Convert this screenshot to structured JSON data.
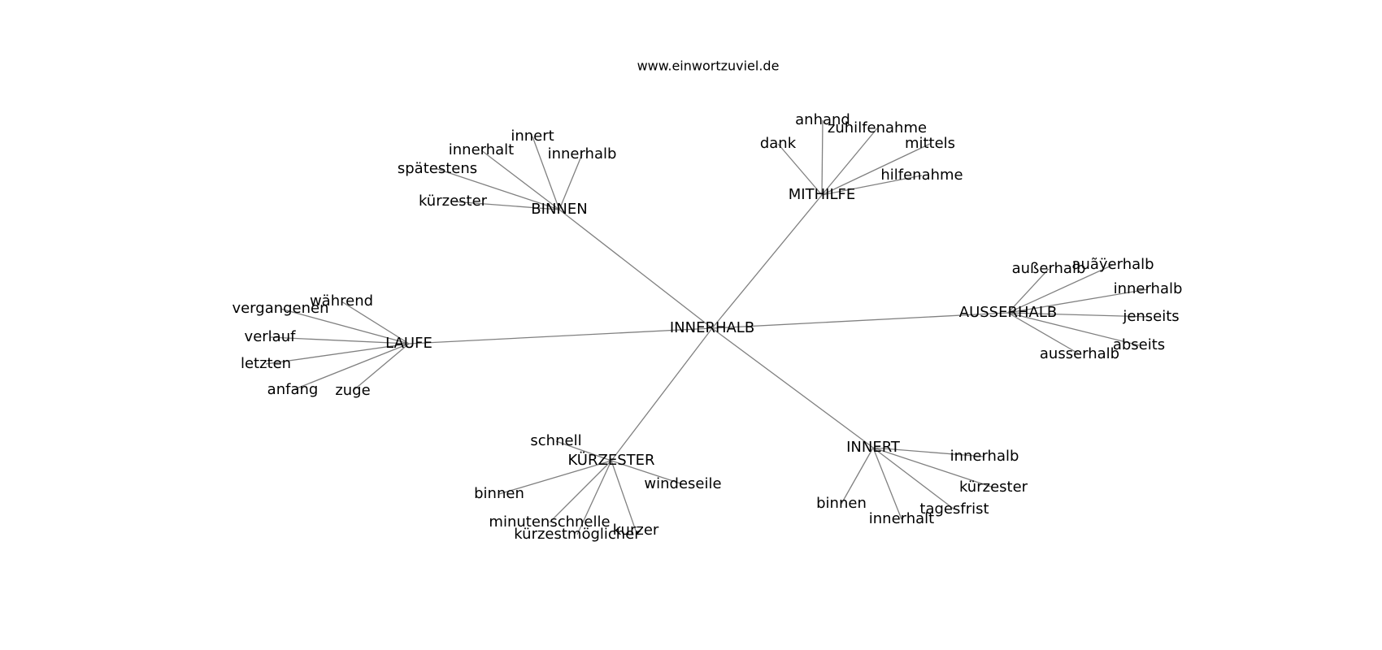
{
  "header": {
    "site": "www.einwortzuviel.de"
  },
  "graph": {
    "edge_color": "#808080",
    "text_color": "#000000",
    "center": {
      "id": "innerhalb",
      "label": "INNERHALB"
    },
    "hubs": [
      {
        "id": "binnen",
        "label": "BINNEN",
        "leaves": [
          {
            "id": "binnen-innert",
            "label": "innert"
          },
          {
            "id": "binnen-innerhalt",
            "label": "innerhalt"
          },
          {
            "id": "binnen-innerhalb",
            "label": "innerhalb"
          },
          {
            "id": "binnen-spaetestens",
            "label": "spätestens"
          },
          {
            "id": "binnen-kuerzester",
            "label": "kürzester"
          }
        ]
      },
      {
        "id": "mithilfe",
        "label": "MITHILFE",
        "leaves": [
          {
            "id": "mithilfe-anhand",
            "label": "anhand"
          },
          {
            "id": "mithilfe-zuhilfenahme",
            "label": "zuhilfenahme"
          },
          {
            "id": "mithilfe-dank",
            "label": "dank"
          },
          {
            "id": "mithilfe-mittels",
            "label": "mittels"
          },
          {
            "id": "mithilfe-hilfenahme",
            "label": "hilfenahme"
          }
        ]
      },
      {
        "id": "ausserhalb",
        "label": "AUSSERHALB",
        "leaves": [
          {
            "id": "ausserhalb-ausserhalb-sz",
            "label": "außerhalb"
          },
          {
            "id": "ausserhalb-auayerhalb",
            "label": "auãÿerhalb"
          },
          {
            "id": "ausserhalb-innerhalb",
            "label": "innerhalb"
          },
          {
            "id": "ausserhalb-jenseits",
            "label": "jenseits"
          },
          {
            "id": "ausserhalb-abseits",
            "label": "abseits"
          },
          {
            "id": "ausserhalb-ausserhalb",
            "label": "ausserhalb"
          }
        ]
      },
      {
        "id": "laufe",
        "label": "LAUFE",
        "leaves": [
          {
            "id": "laufe-waehrend",
            "label": "während"
          },
          {
            "id": "laufe-vergangenen",
            "label": "vergangenen"
          },
          {
            "id": "laufe-verlauf",
            "label": "verlauf"
          },
          {
            "id": "laufe-letzten",
            "label": "letzten"
          },
          {
            "id": "laufe-anfang",
            "label": "anfang"
          },
          {
            "id": "laufe-zuge",
            "label": "zuge"
          }
        ]
      },
      {
        "id": "kuerzester",
        "label": "KÜRZESTER",
        "leaves": [
          {
            "id": "kuerzester-schnell",
            "label": "schnell"
          },
          {
            "id": "kuerzester-windeseile",
            "label": "windeseile"
          },
          {
            "id": "kuerzester-binnen",
            "label": "binnen"
          },
          {
            "id": "kuerzester-minutenschnelle",
            "label": "minutenschnelle"
          },
          {
            "id": "kuerzester-kuerzestmoeglicher",
            "label": "kürzestmöglicher"
          },
          {
            "id": "kuerzester-kurzer",
            "label": "kurzer"
          }
        ]
      },
      {
        "id": "innert",
        "label": "INNERT",
        "leaves": [
          {
            "id": "innert-innerhalb",
            "label": "innerhalb"
          },
          {
            "id": "innert-kuerzester",
            "label": "kürzester"
          },
          {
            "id": "innert-tagesfrist",
            "label": "tagesfrist"
          },
          {
            "id": "innert-binnen",
            "label": "binnen"
          },
          {
            "id": "innert-innerhalt",
            "label": "innerhalt"
          }
        ]
      }
    ]
  }
}
